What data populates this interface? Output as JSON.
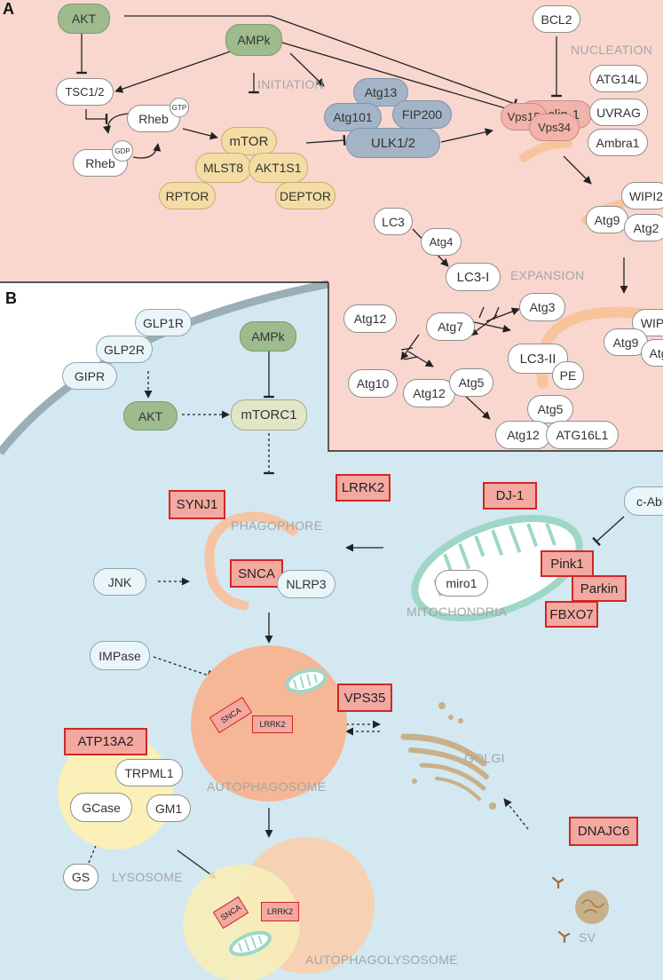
{
  "panels": {
    "a": "A",
    "b": "B"
  },
  "panel_a": {
    "akt": "AKT",
    "ampk": "AMPk",
    "tsc": "TSC1/2",
    "rheb_gtp": "Rheb",
    "gtp": "GTP",
    "rheb_gdp": "Rheb",
    "gdp": "GDP",
    "mtor": "mTOR",
    "mlst8": "MLST8",
    "akt1s1": "AKT1S1",
    "rptor": "RPTOR",
    "deptor": "DEPTOR",
    "initiation": "INITIATION",
    "atg13": "Atg13",
    "atg101": "Atg101",
    "fip200": "FIP200",
    "ulk": "ULK1/2",
    "bcl2": "BCL2",
    "nucleation": "NUCLEATION",
    "beclin": "Beclin-1",
    "vps15": "Vps15",
    "vps34": "Vps34",
    "atg14l": "ATG14L",
    "uvrag": "UVRAG",
    "ambra": "Ambra1",
    "wipi2": "WIPI2",
    "atg9": "Atg9",
    "atg2": "Atg2",
    "lc3": "LC3",
    "atg4": "Atg4",
    "lc3i": "LC3-I",
    "expansion": "EXPANSION",
    "atg12a": "Atg12",
    "atg7": "Atg7",
    "atg3": "Atg3",
    "atg10": "Atg10",
    "atg12b": "Atg12",
    "atg5a": "Atg5",
    "lc3ii": "LC3-II",
    "pe": "PE",
    "wipi_b": "WIPI",
    "atg9b": "Atg9",
    "atg_b": "Atg",
    "atg5b": "Atg5",
    "atg12c": "Atg12",
    "atg16l1": "ATG16L1"
  },
  "panel_b": {
    "glp1r": "GLP1R",
    "glp2r": "GLP2R",
    "gipr": "GIPR",
    "akt": "AKT",
    "ampk": "AMPk",
    "mtorc1": "mTORC1",
    "synj1": "SYNJ1",
    "lrrk2": "LRRK2",
    "phagophore": "PHAGOPHORE",
    "dj1": "DJ-1",
    "cabl": "c-Abl",
    "jnk": "JNK",
    "snca": "SNCA",
    "nlrp3": "NLRP3",
    "miro1": "miro1",
    "pink1": "Pink1",
    "parkin": "Parkin",
    "fbxo7": "FBXO7",
    "mitochondria": "MITOCHONDRIA",
    "impase": "IMPase",
    "vps35": "VPS35",
    "snca_small": "SNCA",
    "lrrk2_small": "LRRK2",
    "atp13a2": "ATP13A2",
    "trpml1": "TRPML1",
    "gcase": "GCase",
    "gm1": "GM1",
    "autophagosome": "AUTOPHAGOSOME",
    "golgi": "GOLGI",
    "gs": "GS",
    "lysosome": "LYSOSOME",
    "dnajc6": "DNAJC6",
    "snca_small2": "SNCA",
    "lrrk2_small2": "LRRK2",
    "sv": "SV",
    "autophagolysosome": "AUTOPHAGOLYSOSOME"
  },
  "colors": {
    "panel_a_bg": "#f9d7cf",
    "cell_bg": "#d3e8f1",
    "membrane": "#9aaeb8",
    "pd_gene_border": "#d12626",
    "pd_gene_fill": "#f3a9a0"
  }
}
